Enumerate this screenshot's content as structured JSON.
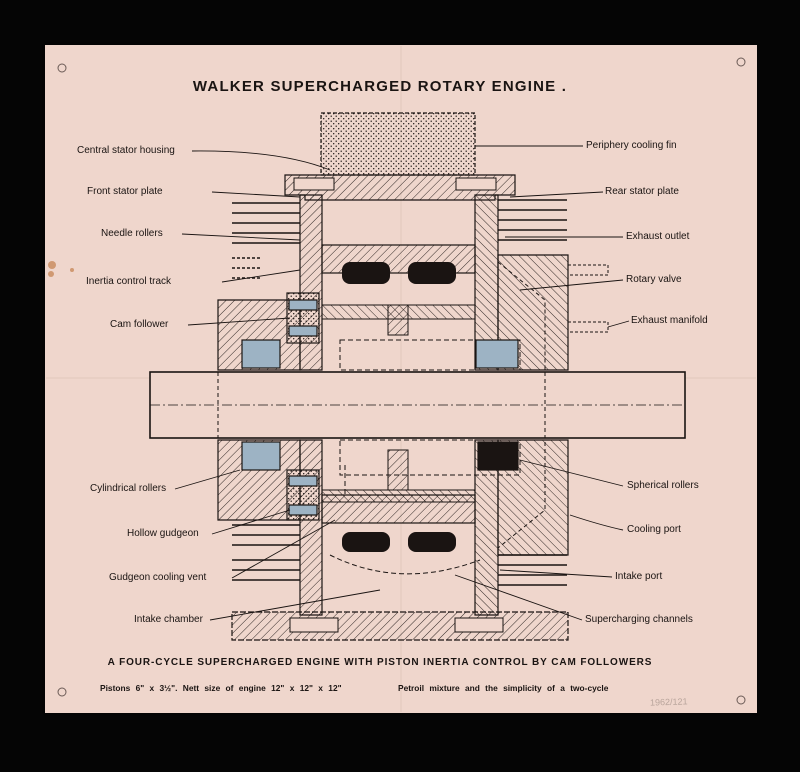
{
  "title": "WALKER  SUPERCHARGED  ROTARY  ENGINE .",
  "labels_left": [
    "Central stator housing",
    "Front stator plate",
    "Needle rollers",
    "Inertia control  track",
    "Cam follower",
    "Cylindrical rollers",
    "Hollow gudgeon",
    "Gudgeon cooling vent",
    "Intake chamber"
  ],
  "labels_right": [
    "Periphery cooling fin",
    "Rear stator plate",
    "Exhaust outlet",
    "Rotary valve",
    "Exhaust manifold",
    "Spherical rollers",
    "Cooling port",
    "Intake port",
    "Supercharging channels"
  ],
  "subtitle": "A  FOUR-CYCLE  SUPERCHARGED  ENGINE  WITH  PISTON  INERTIA  CONTROL  BY  CAM  FOLLOWERS",
  "specs": "Pistons  6\" x 3½\".  Nett  size  of  engine  12\" x 12\" x 12\"",
  "specs_2": "Petroil  mixture  and  the  simplicity  of  a  two-cycle",
  "stamp": "1962/121",
  "colors": {
    "paper": "#efd6cc",
    "ink": "#1a1412",
    "roller_blue": "#9db3c4",
    "background": "#050505"
  }
}
